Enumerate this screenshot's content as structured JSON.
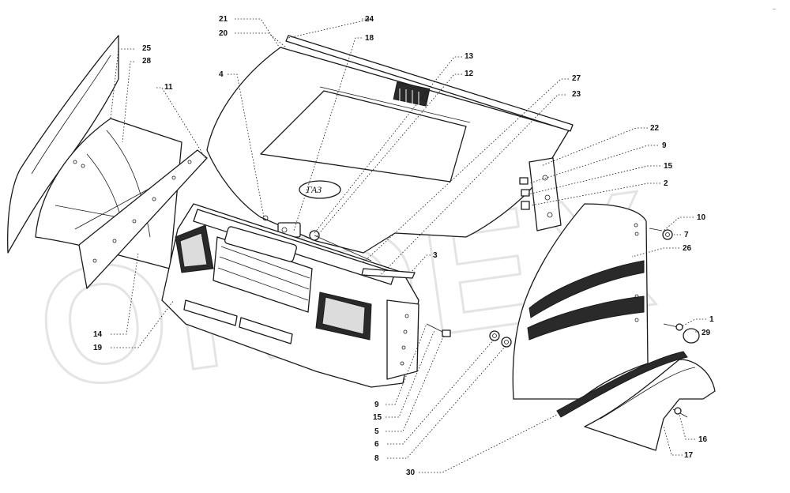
{
  "diagram": {
    "watermark": "ORDEX",
    "corner_mark": "~",
    "grille_logo": "ГАЗ",
    "callouts": [
      "21",
      "24",
      "20",
      "18",
      "25",
      "28",
      "4",
      "13",
      "12",
      "27",
      "11",
      "23",
      "22",
      "9",
      "15",
      "2",
      "10",
      "7",
      "3",
      "26",
      "1",
      "29",
      "14",
      "19",
      "9",
      "15",
      "5",
      "6",
      "8",
      "16",
      "17",
      "30"
    ]
  }
}
